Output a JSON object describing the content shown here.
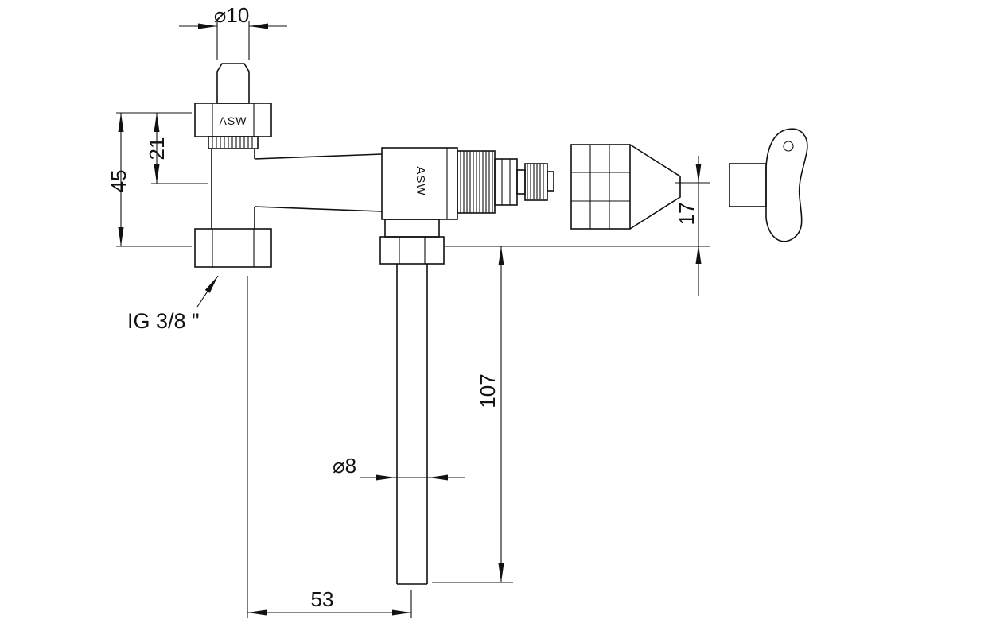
{
  "labels": {
    "dia_top": "⌀10",
    "dim_45": "45",
    "dim_21": "21",
    "thread": "IG 3/8 \"",
    "brand_nut": "ASW",
    "brand_body": "ASW",
    "dim_17": "17",
    "dim_107": "107",
    "dia_pipe": "⌀8",
    "dim_53": "53"
  },
  "colors": {
    "line": "#111111",
    "background": "#ffffff"
  }
}
